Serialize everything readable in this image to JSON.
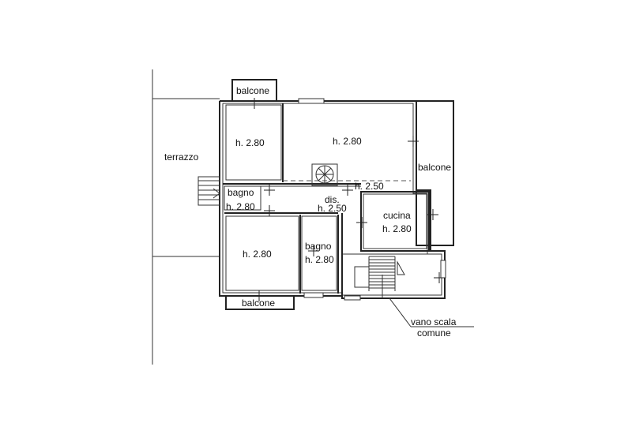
{
  "labels": {
    "terrazzo": "terrazzo",
    "balcone_top": "balcone",
    "balcone_right": "balcone",
    "balcone_bottom": "balcone",
    "room_nw_height": "h. 2.80",
    "room_ne_height": "h. 2.80",
    "room_sw_height": "h. 2.80",
    "bagno_small_name": "bagno",
    "bagno_small_height": "h. 2.80",
    "bagno_mid_name": "bagno",
    "bagno_mid_height": "h. 2.80",
    "dis_name": "dis.",
    "dis_height": "h. 2.50",
    "stair_landing_height": "h. 2.50",
    "cucina_name": "cucina",
    "cucina_height": "h. 2.80",
    "vano_scala_line1": "vano scala",
    "vano_scala_line2": "comune"
  },
  "colors": {
    "walls": "#222222",
    "background": "#ffffff"
  }
}
